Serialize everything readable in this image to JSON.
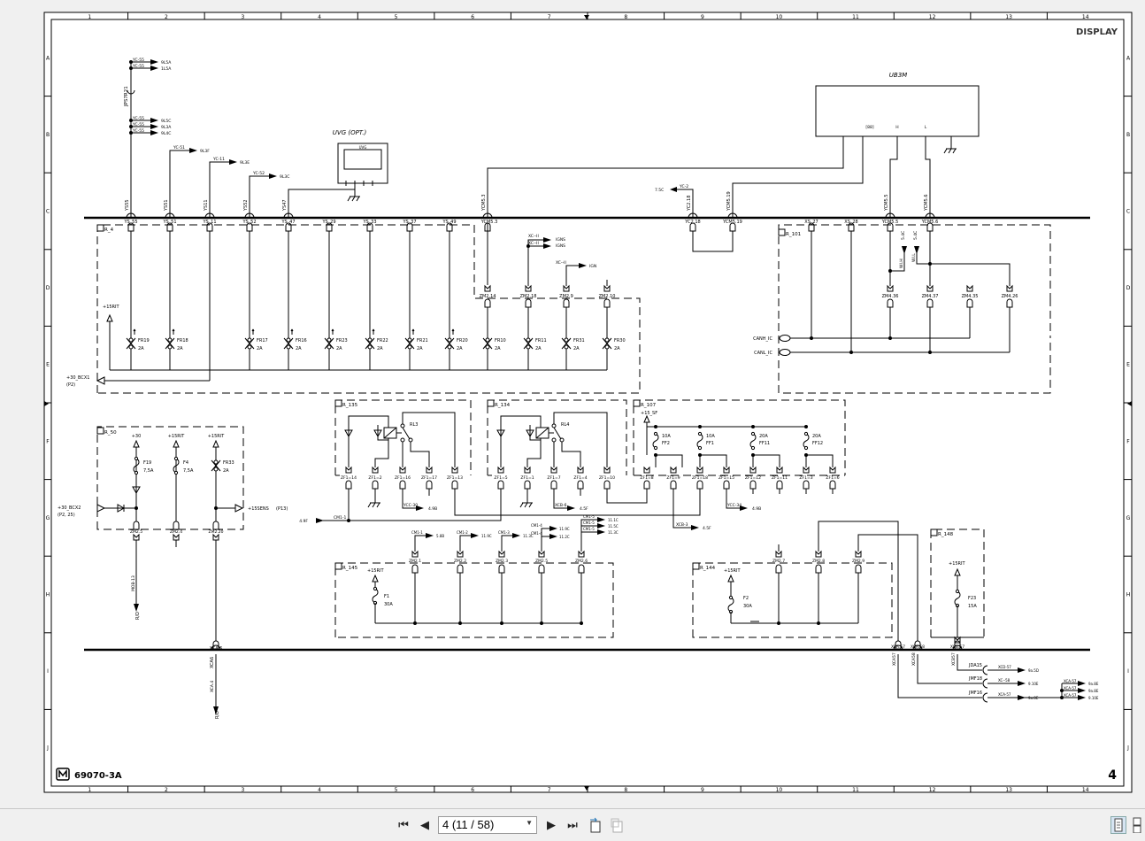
{
  "viewer": {
    "page_field": "4 (11 / 58)",
    "icons": [
      "first-page-icon",
      "previous-page-icon",
      "next-page-icon",
      "last-page-icon",
      "back-view-icon",
      "forward-view-icon",
      "single-page-view-icon",
      "continuous-view-icon"
    ]
  },
  "sheet": {
    "title": "DISPLAY",
    "drawing_number": "69070-3A",
    "page_number": "4",
    "columns": [
      "1",
      "2",
      "3",
      "4",
      "5",
      "6",
      "7",
      "8",
      "9",
      "10",
      "11",
      "12",
      "13",
      "14"
    ],
    "rows": [
      "A",
      "B",
      "C",
      "D",
      "E",
      "F",
      "G",
      "H",
      "I",
      "J"
    ]
  },
  "top_left": {
    "vertical_label": "JPS7R21",
    "branches": [
      {
        "wire": "YC-55",
        "target": "9L5A"
      },
      {
        "wire": "YC-55",
        "target": "1L5A"
      },
      {
        "wire": "YC-55",
        "target": "9L5C"
      },
      {
        "wire": "YC-55",
        "target": "9L3A"
      },
      {
        "wire": "YC-55",
        "target": "9L4C"
      },
      {
        "wire": "YC-51",
        "target": "9L3F"
      },
      {
        "wire": "YC-11",
        "target": "9L3E"
      },
      {
        "wire": "YC-52",
        "target": "9L3C"
      }
    ]
  },
  "uvg": {
    "title": "UVG (OPT.)",
    "inner": "UVG"
  },
  "ub3m": {
    "title": "UB3M",
    "pins": [
      "[88]",
      "H",
      "L"
    ]
  },
  "bus_wires": [
    "YS55",
    "YS51",
    "YS11",
    "YS52",
    "YS47",
    "YCM5.3",
    "YC2.18",
    "YCM5.19",
    "YCM5.5",
    "YCM5.6"
  ],
  "r4": {
    "box": "R_4",
    "connectors": [
      "YS_55",
      "YS_51",
      "YS_11",
      "YS_52",
      "YS_47",
      "YS_29",
      "YS_33",
      "YS_37",
      "YS_49"
    ],
    "fuses": [
      {
        "name": "FR19",
        "rating": "2A"
      },
      {
        "name": "FR18",
        "rating": "2A"
      },
      {
        "name": "FR17",
        "rating": "2A"
      },
      {
        "name": "FR16",
        "rating": "2A"
      },
      {
        "name": "FR23",
        "rating": "2A"
      },
      {
        "name": "FR22",
        "rating": "2A"
      },
      {
        "name": "FR21",
        "rating": "2A"
      },
      {
        "name": "FR20",
        "rating": "2A"
      }
    ],
    "supply": "+15RIT",
    "feed": "+30_BCX1",
    "feed_ref": "(P2)"
  },
  "r4b": {
    "top_connector": "YCM5.3",
    "connectors": [
      "ZM2.14",
      "ZM2.18",
      "ZM2.9",
      "ZM2.10"
    ],
    "fuses": [
      {
        "name": "FR10",
        "rating": "2A"
      },
      {
        "name": "FR11",
        "rating": "2A"
      },
      {
        "name": "FR31",
        "rating": "2A"
      },
      {
        "name": "FR30",
        "rating": "2A"
      }
    ],
    "ign_wires": [
      {
        "wire": "XC--II",
        "target": "IGNS"
      },
      {
        "wire": "XC--II",
        "target": "IGNS"
      },
      {
        "wire": "XC--II",
        "target": "IGN"
      }
    ]
  },
  "yc": {
    "connectors": [
      "YC2.18",
      "YCM5.19"
    ],
    "wire": "YC-2",
    "target": "7.5C"
  },
  "r101": {
    "box": "R_101",
    "connectors": [
      "XS_27",
      "XS_28",
      "YCM5.5",
      "YCM5.6"
    ],
    "lower_connectors": [
      "ZM4.36",
      "ZM4.37",
      "ZM4.35",
      "ZM4.26"
    ],
    "can_h": "CANH_IC",
    "can_l": "CANL_IC",
    "wire_h": "WI.H",
    "wire_l": "WI.L",
    "target": "5.4C"
  },
  "r135": {
    "box": "R_135",
    "relay": "RL3",
    "pins": [
      "ZF1=14",
      "ZF1=2",
      "ZF1=16",
      "ZF1=17",
      "ZF1=13"
    ],
    "out_wire": "YCC-30",
    "out_target": "4.9B"
  },
  "r134": {
    "box": "R_134",
    "relay": "RL4",
    "pins": [
      "ZF1=5",
      "ZF1=1",
      "ZF1=7",
      "ZF1=4",
      "ZF1=10"
    ],
    "out_wire": "XCB-6",
    "out_target": "4.5F"
  },
  "r107": {
    "box": "R_107",
    "supply": "+15_SF",
    "fuses": [
      {
        "name": "FF2",
        "rating": "10A"
      },
      {
        "name": "FF1",
        "rating": "10A"
      },
      {
        "name": "FF11",
        "rating": "20A"
      },
      {
        "name": "FF12",
        "rating": "20A"
      }
    ],
    "pins": [
      "ZF1=8",
      "ZF1=9",
      "ZF1=18",
      "ZF1=15",
      "ZF1=12",
      "ZF1=11",
      "ZF1=3",
      "ZF1=6"
    ],
    "out_wire": "YCC-34",
    "out_target": "4.9B",
    "out_wire2": "XCB-3",
    "out_target2": "4.5F"
  },
  "cm_feed": {
    "wire": "CM1-1",
    "source": "4.9F"
  },
  "r50": {
    "box": "R_50",
    "supplies": [
      "+30",
      "+15RIT",
      "+15RIT"
    ],
    "fuses": [
      {
        "name": "F19",
        "rating": "7,5A"
      },
      {
        "name": "F4",
        "rating": "7,5A"
      },
      {
        "name": "FR33",
        "rating": "2A"
      }
    ],
    "connectors": [
      "ZM2.5",
      "ZM2.4",
      "ZM2.20"
    ],
    "feed": "+30_BCX2",
    "feed_ref": "(P2, 25)",
    "sens": "+15SENS",
    "sens_ref": "(P13)",
    "down_wire": "MOB-13",
    "down_target": "R/D"
  },
  "r145": {
    "box": "R_145",
    "supply": "+15RIT",
    "fuse": {
      "name": "F1",
      "rating": "30A"
    },
    "connectors": [
      "ZM2.1",
      "ZM2.2",
      "ZM2.3",
      "ZM2.5",
      "ZM2.6"
    ],
    "wires": [
      {
        "wire": "CM1-1",
        "target": "5.8B"
      },
      {
        "wire": "CM1-2",
        "target": "11.9C"
      },
      {
        "wire": "CM1-3",
        "target": "11.3C"
      },
      {
        "wire": "CM1-4",
        "target": "11.9C"
      },
      {
        "wire": "CM1-4",
        "target": "11.2C"
      },
      {
        "wire": "CM1-5",
        "target": "11.1C"
      },
      {
        "wire": "CM1-5",
        "target": "11.5C"
      },
      {
        "wire": "CM1-5",
        "target": "11.3C"
      }
    ]
  },
  "r144": {
    "box": "R_144",
    "supply": "+15RIT",
    "fuse": {
      "name": "F2",
      "rating": "30A"
    },
    "connectors": [
      "ZM2.7",
      "ZM2.8",
      "ZM2.9"
    ]
  },
  "r148": {
    "box": "R_148",
    "supply": "+15RIT",
    "fuse": {
      "name": "F23",
      "rating": "15A"
    },
    "connector": "XCB.57"
  },
  "bottom": {
    "xca6": "XCA.6",
    "xca6_wire": "XCA6",
    "xca6_sub": "XCA.4",
    "xca6_target": "R/D",
    "connectors": [
      "XCA.57",
      "XCA.58",
      "XCB.57"
    ],
    "wire_labels": [
      "XCA57",
      "XCA58",
      "XCB57"
    ],
    "jumpers": [
      {
        "name": "JDA15",
        "wire": "XCD-57",
        "target": "9a.5D"
      },
      {
        "name": "JMF18",
        "wire": "XC--58",
        "target": "9.10E"
      },
      {
        "name": "JMF16",
        "wire": "XCA-57",
        "target": "9a.8E"
      }
    ],
    "fan": [
      {
        "wire": "XCA-57",
        "target": "9a.8E"
      },
      {
        "wire": "XCA-57",
        "target": "9a.8E"
      },
      {
        "wire": "XCA-57",
        "target": "9.10E"
      }
    ]
  }
}
